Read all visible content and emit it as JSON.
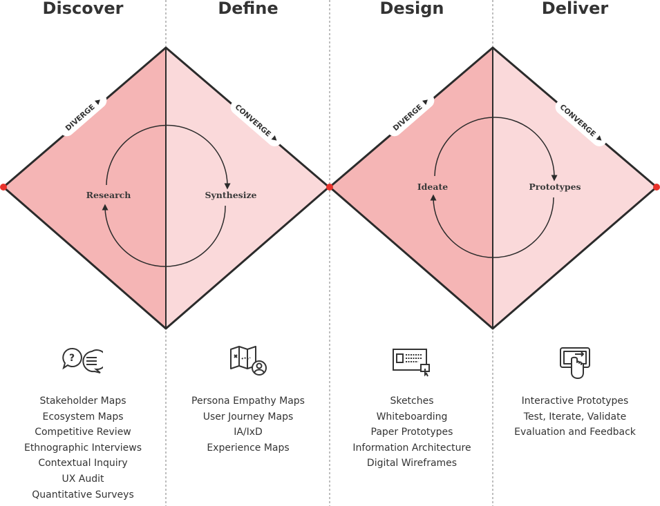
{
  "phases": [
    {
      "title": "Discover",
      "methods": [
        "Stakeholder Maps",
        "Ecosystem Maps",
        "Competitive Review",
        "Ethnographic Interviews",
        "Contextual Inquiry",
        "UX Audit",
        "Quantitative Surveys"
      ]
    },
    {
      "title": "Define",
      "methods": [
        "Persona Empathy Maps",
        "User Journey Maps",
        "IA/IxD",
        "Experience Maps"
      ]
    },
    {
      "title": "Design",
      "methods": [
        "Sketches",
        "Whiteboarding",
        "Paper Prototypes",
        "Information Architecture",
        "Digital Wireframes"
      ]
    },
    {
      "title": "Deliver",
      "methods": [
        "Interactive Prototypes",
        "Test, Iterate, Validate",
        "Evaluation and Feedback"
      ]
    }
  ],
  "diamonds": [
    {
      "diverge_tag": "DIVERGE",
      "converge_tag": "CONVERGE",
      "left_label": "Research",
      "right_label": "Synthesize"
    },
    {
      "diverge_tag": "DIVERGE",
      "converge_tag": "CONVERGE",
      "left_label": "Ideate",
      "right_label": "Prototypes"
    }
  ],
  "icons": [
    "chat-bubbles-icon",
    "map-persona-icon",
    "wireframe-screen-icon",
    "touch-screen-icon"
  ],
  "colors": {
    "diverge_fill": "#f5b5b5",
    "converge_fill": "#fad9da",
    "outline": "#2b2b2b",
    "node": "#e8322b",
    "divider": "#9a9a9a",
    "text": "#333333"
  }
}
